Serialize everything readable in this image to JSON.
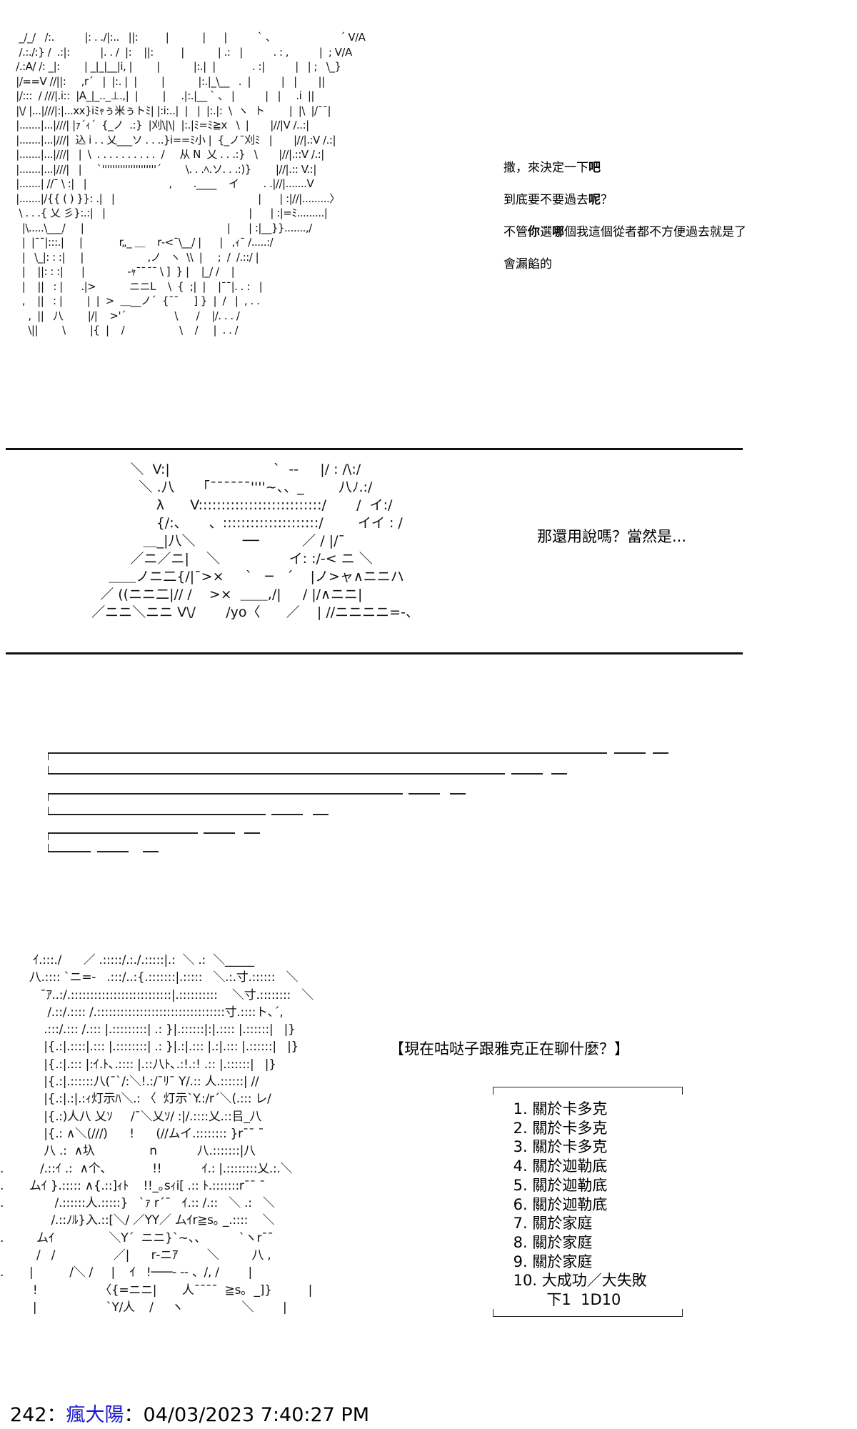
{
  "top_panel": {
    "art": [
      "  _/_/   /:.          |: . ./|:..   ||:         |           |      |          ` 、                     ´ V/A",
      "  /.:./:} /  .:|:          |. . /  |:    ||:         |           | .:   |          . : ,          |  ; V/A",
      " /.:A/ /: _|:        | _|_|__|i, |        |           |:.|  |            . :|          |   | ;   \\_}",
      " |/==V //||:     ,r´   |  |:. |  |        |           |:.|_\\__   .  |          |   |       ||",
      " |/:::  / ///|.i::  |A_|_.._⊥.,|  |        |     .|:.|__ ` 、 |          |   |     .i  ||",
      " |\\/ |...|///|:|...xx}iﾐｬぅ米ぅトﾐ| |:i:..|  |   |  |:.|:  \\  ヽ  ト        |  |\\  |/¯¯|",
      " |.......|...|///| |ｧ´ｨ´  {_ノ  .:}  |刈\\|\\|  |:.|ﾐ=ﾐ≧x   \\  |       |//|V /..:|",
      " |.......|...|///|  込 i . . 乂___ソ . . ..}i==ﾐ小 |  {_ノ¯刈ﾐ   |       |//|.:V /.:|",
      " |.......|...|///|   |  \\  . . . . . . . . . .  /     从 N  乂 . . .:}   \\       |//|.::V /.:|",
      " |.......|...|///|   |     `'''''''''''''''''''''´        \\. . .ﾍ.ソ. . .:)}        |//|.:: V.:|",
      " |.......| //¯ \\ :|   |                           ,       .____    イ        . .|//|.......V",
      " |.......|/{{ ( ) }}: .|   |                                               |      | :|//|.........〉",
      "  \\ . . .{ 乂 彡}:.:|   |                                               |      | :|=ﾐ.........|",
      "   |\\.....\\___/     |                                               |      | :|__}}.......,/",
      "   |  |¯¯|:::.|     |            r„_ ＿    r‐<¯\\__/ |      |   ,ｨ¯ /.....:/",
      "   |   \\_|: : :|     |                     ,ノ   ヽ  \\\\  |     ;  /  /.::/ |",
      "   |    ||: : :|      |              ‐ｬ¯¯  ̄¯ \\ ]  } |    |_/ /    |",
      "   |    ||   : |      .|>           ニニL    \\  {  ;|  |    |¯¯|. . :   |",
      "   ,    ||   : |        |  |  >  ＿__ノ´  {¯¯     ] }  |  /   |  , . .",
      "     ,  ||   八        |/|    >'´                \\      /    |/. . . /",
      "     \\||        \\        |{  |    /                  \\    /     |  . . /"
    ],
    "lines": [
      {
        "normal": "撒，來決定一下",
        "bold": "吧",
        "tail": ""
      },
      {
        "normal": "到底要不要過去",
        "bold": "呢",
        "tail": "？"
      },
      {
        "normal": "不管",
        "bold": "你",
        "tail": "選",
        "bold2": "哪",
        "tail2": "個我這個從者都不方便過去就是了"
      },
      {
        "normal": "會漏餡的",
        "bold": "",
        "tail": ""
      }
    ]
  },
  "middle_panel": {
    "art": [
      "            ＼  V:|                        `  ‐-     |/ : /\\:/",
      "              ＼ .八     「¯¯¯¯¯¯''''~、、_        八ﾉ.:/",
      "                  λ      V:::::::::::::::::::::::::::/       /  イ:/",
      "                  {/:、     、:::::::::::::::::::::/        イイ : /",
      "               ＿_|八＼           ──          ／ / |/¯",
      "            ／ニ／ニ|    ＼                イ: :/-< ニ ＼",
      "       ＿＿ノニ二{/|¯>×     `   ─   ´    |ノ>ャ∧ニニハ",
      "     ／ ((ニニ二|// /    >×  ＿＿,/|     / |/∧ニニ|",
      "   ／ニニ＼ニニ V\\/       /yo〈      ／    | //ニニニニ=-、"
    ],
    "line": "那還用說嗎？當然是..."
  },
  "bottom_panel": {
    "art": [
      "         ｲ.:::./      ／ .:::::/.:./.:::::|.:  ＼ .:  ＼_____",
      "        八.:::: `ニ=-   .:::/..:{.:::::::|.:::::   ＼.:.寸.::::::   ＼",
      "           ¯ｱ..:/.::::::::::::::::::::::::::|.::::::::::    ＼寸.::::::::   ＼",
      "             /.::/.:::: /.:::::::::::::::::::::::::::::::::寸.::::ト､´,",
      "            .:::/.::: /.::: |.:::::::::| .: }|.::::::|:|.:::: |.::::::|   |}",
      "            |{.:|.::::|.::: |.::::::::| .: }|.:|.::: |.:|.::: |.::::::|   |}",
      "            |{.:|.::: |:ｲ.ﾄ､.:::: |.::八ﾄ､.:!.:! .:: |.::::::|   |}",
      "            |{.:|.::::::八(¯`/:＼!.:/¯ﾘ¯ Y/.:: 人.::::::| //",
      "            |{.:|.:|.:ｨ灯示ﾊ＼.: 〈  灯示`Y.:/r´＼(.::: レ/",
      "            |{.:)人八 乂ｿ     /¯＼乂ｿ/ :|/.::::乂.::㠯_八",
      "            |{.: ∧＼(///)      !      (//ムイ.:::::::: }r¯¯ ¯",
      "            八 .:  ∧圦               n           八.:::::::|八",
      ".          /.::ｲ .:  ∧个、           !!           ｲ.: |.::::::::乂.:.＼",
      ".       ムｲ }.::::: ∧{.::]ｨﾄ    !!_｡sｨi[ .:: ﾄ.:::::::r¯¯ ¯",
      ".              /.::::::人.:::::}   `ｧ r´¯   ｲ.:: /.::   ＼ .:   ＼",
      "              /.::ﾉﾙ}入.::[＼/ ／YY／ ムｲr≧s｡ _.::::    ＼",
      ".         ムｲ               ＼Y´  ニニ}`~、、         `ヽr¯¯",
      "          /   /                ／|      r‐ニｱ        ＼         八 ,",
      ".       |          /＼ /     |    ｲ   !───‐ ‐- 、/, /        |",
      "         !                 〈{=ニニ|       人¯¯¯¯  ≧s｡  _]}          |",
      "         |                   `Y/人    /     ヽ                ＼        |"
    ],
    "question": "【現在咕哒子跟雅克正在聊什麼？】",
    "options": [
      " 1. 關於卡多克",
      " 2. 關於卡多克",
      " 3. 關於卡多克",
      " 4. 關於迦勒底",
      " 5. 關於迦勒底",
      " 6. 關於迦勒底",
      " 7. 關於家庭",
      " 8. 關於家庭",
      " 9. 關於家庭",
      " 10. 大成功／大失敗",
      "        下1  1D10"
    ]
  },
  "footer": {
    "post_number": "242",
    "separator": "：",
    "author": "瘋大陽",
    "separator2": "：",
    "timestamp": "04/03/2023  7:40:27 PM"
  },
  "colors": {
    "author_link": "#1a1acc",
    "rule": "#111111"
  }
}
